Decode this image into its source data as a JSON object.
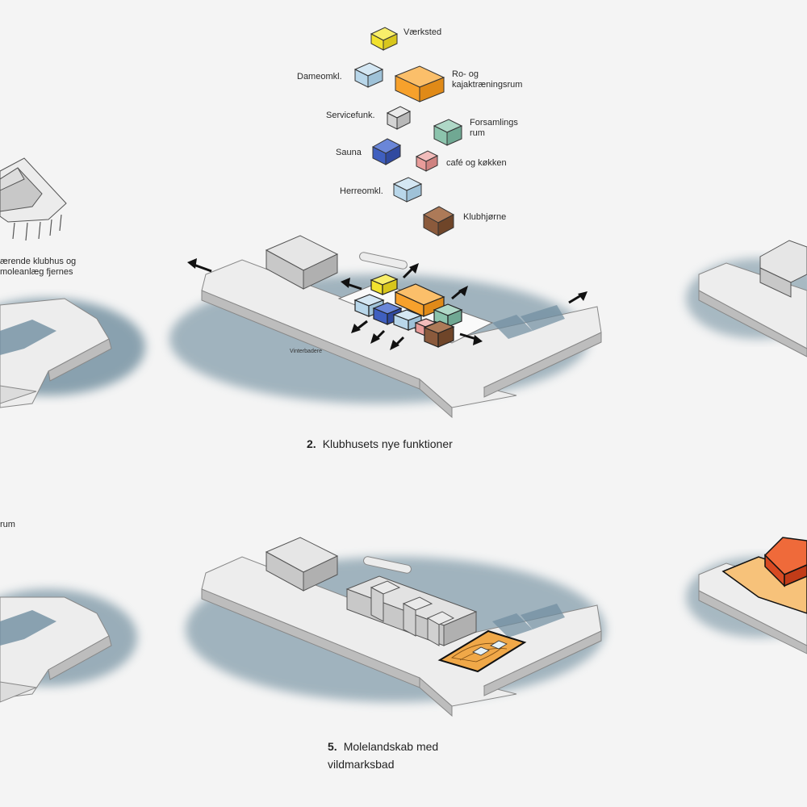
{
  "colors": {
    "background": "#f4f4f4",
    "water": "#5d7f92",
    "mole_top": "#ededed",
    "mole_side": "#bdbdbd",
    "building_gray": "#c8c8c8",
    "vaerksted": "#f2e22e",
    "dameomkl": "#b9d7ea",
    "ro_kajak": "#f7a12c",
    "servicefunk": "#d4d4d4",
    "forsamlings": "#8cc4ad",
    "sauna": "#3f5fbf",
    "cafe": "#e89c9a",
    "herreomkl": "#b9d7ea",
    "klubhjorne": "#8b5a3c",
    "highlight_orange": "#f0a848",
    "highlight_red": "#e8502a"
  },
  "legend": [
    {
      "key": "vaerksted",
      "label": "Værksted",
      "color": "#f2e22e",
      "icon": "yellow-block-icon"
    },
    {
      "key": "dameomkl",
      "label": "Dameomkl.",
      "color": "#b9d7ea",
      "icon": "light-blue-block-icon"
    },
    {
      "key": "ro_kajak",
      "label": "Ro- og kajaktræningsrum",
      "color": "#f7a12c",
      "icon": "orange-block-icon"
    },
    {
      "key": "servicefunk",
      "label": "Servicefunk.",
      "color": "#d4d4d4",
      "icon": "gray-block-icon"
    },
    {
      "key": "forsamlings",
      "label": "Forsamlings rum",
      "color": "#8cc4ad",
      "icon": "green-block-icon"
    },
    {
      "key": "sauna",
      "label": "Sauna",
      "color": "#3f5fbf",
      "icon": "blue-block-icon"
    },
    {
      "key": "cafe",
      "label": "café og køkken",
      "color": "#e89c9a",
      "icon": "pink-block-icon"
    },
    {
      "key": "herreomkl",
      "label": "Herreomkl.",
      "color": "#b9d7ea",
      "icon": "light-blue-block-icon"
    },
    {
      "key": "klubhjorne",
      "label": "Klubhjørne",
      "color": "#8b5a3c",
      "icon": "brown-block-icon"
    }
  ],
  "panel1": {
    "note": "ærende klubhus og\nmoleanlæg fjernes"
  },
  "panel2": {
    "number": "2.",
    "title": "Klubhusets nye funktioner",
    "small_label": "Vinterbadere"
  },
  "panel4": {
    "fragment": "rum"
  },
  "panel5": {
    "number": "5.",
    "title": "Molelandskab med\nvildmarksbad"
  }
}
